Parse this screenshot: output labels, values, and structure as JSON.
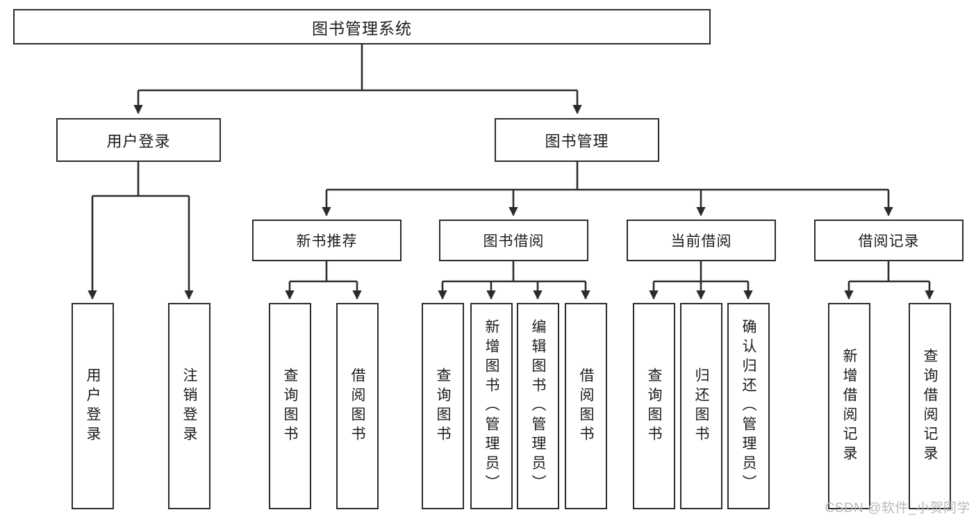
{
  "diagram": {
    "type": "tree-hierarchy",
    "title": "图书管理系统",
    "watermark": "CSDN @软件_小贺同学",
    "colors": {
      "stroke": "#2b2b2b",
      "fill": "#ffffff",
      "text": "#1b1b1b",
      "watermark": "#b9b9b9"
    },
    "root": {
      "label": "图书管理系统"
    },
    "level2": [
      {
        "label": "用户登录"
      },
      {
        "label": "图书管理"
      }
    ],
    "level3": [
      {
        "label": "新书推荐"
      },
      {
        "label": "图书借阅"
      },
      {
        "label": "当前借阅"
      },
      {
        "label": "借阅记录"
      }
    ],
    "leaves": {
      "user_login": [
        {
          "label": "用户登录"
        },
        {
          "label": "注销登录"
        }
      ],
      "new_book_recommend": [
        {
          "label": "查询图书"
        },
        {
          "label": "借阅图书"
        }
      ],
      "book_borrow": [
        {
          "label": "查询图书"
        },
        {
          "label": "新增图书（管理员）"
        },
        {
          "label": "编辑图书（管理员）"
        },
        {
          "label": "借阅图书"
        }
      ],
      "current_borrow": [
        {
          "label": "查询图书"
        },
        {
          "label": "归还图书"
        },
        {
          "label": "确认归还（管理员）"
        }
      ],
      "borrow_record": [
        {
          "label": "新增借阅记录"
        },
        {
          "label": "查询借阅记录"
        }
      ]
    }
  }
}
